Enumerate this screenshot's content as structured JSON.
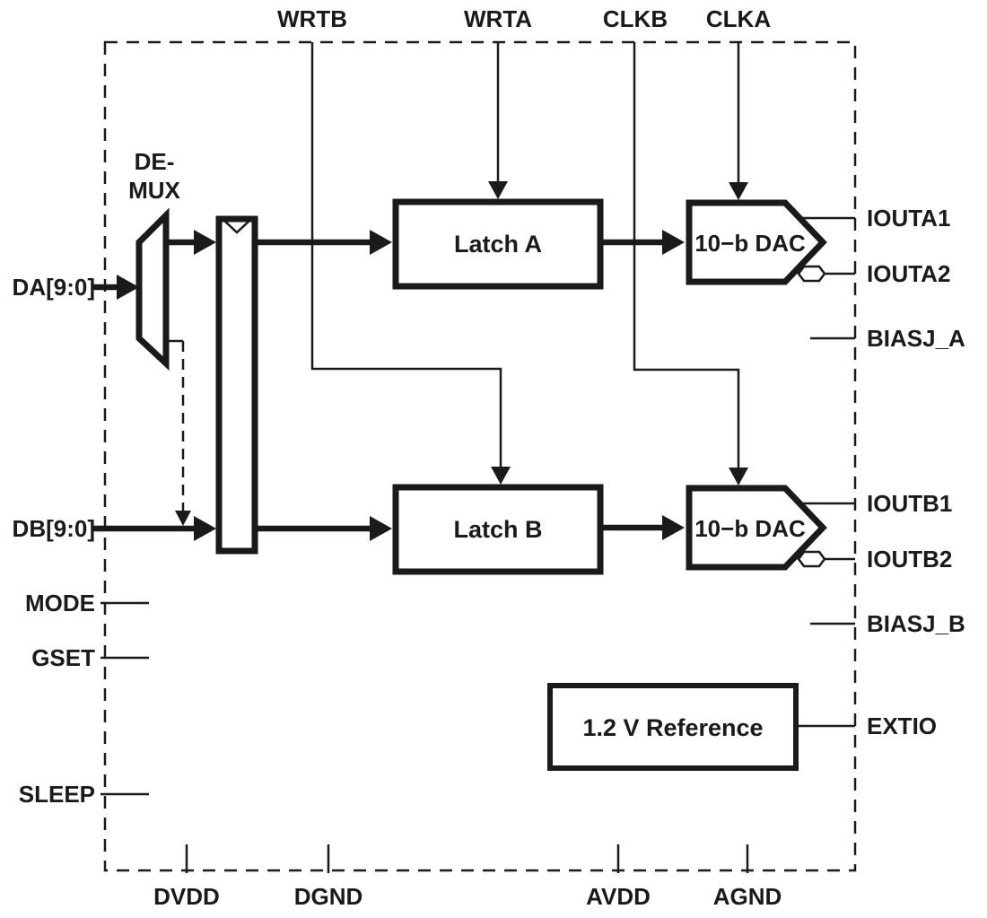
{
  "title": "Dual 10-bit DAC functional block diagram",
  "colors": {
    "ink": "#1a1a1a",
    "background": "#ffffff"
  },
  "pins": {
    "top": [
      "WRTB",
      "WRTA",
      "CLKB",
      "CLKA"
    ],
    "left": [
      "DA[9:0]",
      "DB[9:0]",
      "MODE",
      "GSET",
      "SLEEP"
    ],
    "right": [
      "IOUTA1",
      "IOUTA2",
      "BIASJ_A",
      "IOUTB1",
      "IOUTB2",
      "BIASJ_B",
      "EXTIO"
    ],
    "bottom": [
      "DVDD",
      "DGND",
      "AVDD",
      "AGND"
    ]
  },
  "blocks": {
    "demux_line1": "DE-",
    "demux_line2": "MUX",
    "latch_a": "Latch A",
    "latch_b": "Latch B",
    "dac_a": "10−b DAC",
    "dac_b": "10−b DAC",
    "reference": "1.2 V Reference"
  }
}
